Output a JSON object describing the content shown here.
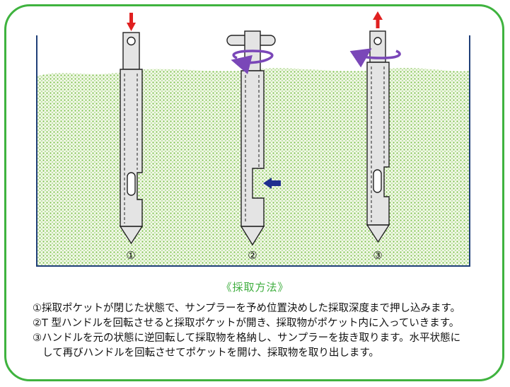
{
  "figure": {
    "step_markers": [
      "①",
      "②",
      "③"
    ],
    "colors": {
      "border": "#3fb33f",
      "soil_dot": "#7cc24c",
      "soil_background": "#f2f8e8",
      "tank_line": "#1f3f78",
      "push_arrow": "#e02020",
      "rotate_arrow": "#7a47b8",
      "side_arrow": "#1f2f8f",
      "sampler_fill": "#e4e4e4"
    }
  },
  "caption": {
    "title": "《採取方法》",
    "step1": "①採取ポケットが閉じた状態で、サンプラーを予め位置決めした採取深度まで押し込みます。",
    "step2": "②T 型ハンドルを回転させると採取ポケットが開き、採取物がポケット内に入っていきます。",
    "step3_line1": "③ハンドルを元の状態に逆回転して採取物を格納し、サンプラーを抜き取ります。水平状態に",
    "step3_line2": "して再びハンドルを回転させてポケットを開け、採取物を取り出します。"
  }
}
